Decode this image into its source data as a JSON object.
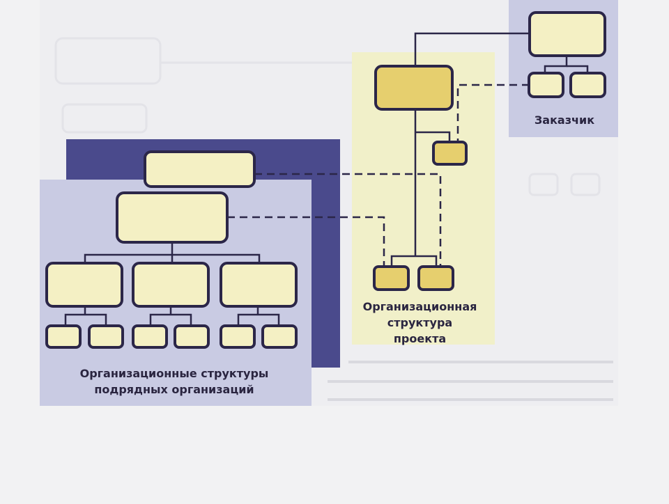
{
  "labels": {
    "customer": "Заказчик",
    "project_line1": "Организационная",
    "project_line2": "структура",
    "project_line3": "проекта",
    "contractors_line1": "Организационные структуры",
    "contractors_line2": "подрядных организаций"
  },
  "colors": {
    "page_bg": "#f2f2f3",
    "photo_bg": "#eeeef1",
    "contractor_front_panel": "#c9cbe3",
    "contractor_back_panel": "#4a4a8c",
    "customer_panel": "#c9cbe3",
    "project_panel": "#f1f0c9",
    "box_light_fill": "#f4f0c4",
    "box_gold_fill": "#e6cf6e",
    "stroke": "#2b2648"
  }
}
